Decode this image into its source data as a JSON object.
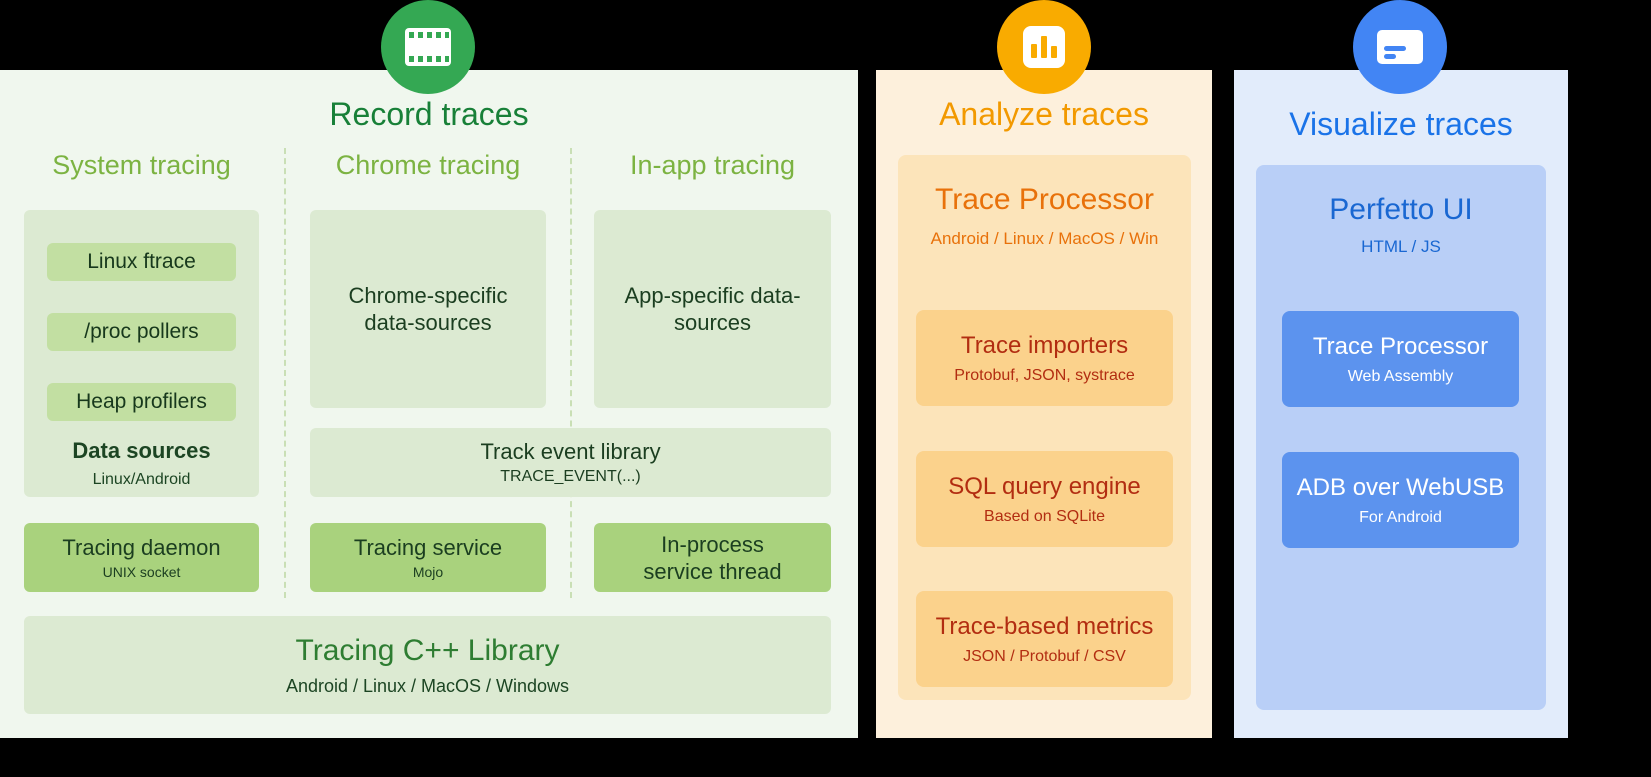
{
  "colors": {
    "background": "#000000",
    "record_accent": "#34a853",
    "analyze_accent": "#f9ab00",
    "visualize_accent": "#4285f4"
  },
  "record": {
    "title": "Record traces",
    "columns": [
      {
        "title": "System tracing"
      },
      {
        "title": "Chrome tracing"
      },
      {
        "title": "In-app tracing"
      }
    ],
    "data_sources": {
      "items": [
        {
          "label": "Linux ftrace"
        },
        {
          "label": "/proc pollers"
        },
        {
          "label": "Heap profilers"
        }
      ],
      "label": "Data sources",
      "sublabel": "Linux/Android"
    },
    "tracing_daemon": {
      "label": "Tracing daemon",
      "sublabel": "UNIX socket"
    },
    "chrome_specific": {
      "label": "Chrome-specific data-sources"
    },
    "app_specific": {
      "label": "App-specific data-sources"
    },
    "track_event": {
      "label": "Track event library",
      "sublabel": "TRACE_EVENT(...)"
    },
    "tracing_service": {
      "label": "Tracing service",
      "sublabel": "Mojo"
    },
    "in_process": {
      "label": "In-process service thread"
    },
    "cpp_library": {
      "label": "Tracing C++ Library",
      "sublabel": "Android / Linux / MacOS / Windows"
    }
  },
  "analyze": {
    "title": "Analyze traces",
    "processor": {
      "title": "Trace Processor",
      "subtitle": "Android / Linux / MacOS / Win"
    },
    "boxes": [
      {
        "label": "Trace importers",
        "sublabel": "Protobuf, JSON, systrace"
      },
      {
        "label": "SQL query engine",
        "sublabel": "Based on SQLite"
      },
      {
        "label": "Trace-based metrics",
        "sublabel": "JSON / Protobuf / CSV"
      }
    ]
  },
  "visualize": {
    "title": "Visualize traces",
    "perfetto_ui": {
      "title": "Perfetto UI",
      "subtitle": "HTML / JS"
    },
    "boxes": [
      {
        "label": "Trace Processor",
        "sublabel": "Web Assembly"
      },
      {
        "label": "ADB over WebUSB",
        "sublabel": "For Android"
      }
    ]
  },
  "icons": {
    "record": "filmstrip-icon",
    "analyze": "bar-chart-icon",
    "visualize": "card-icon"
  }
}
